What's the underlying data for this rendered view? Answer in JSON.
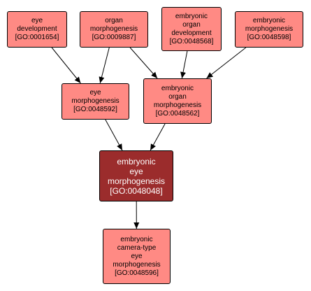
{
  "colors": {
    "node_fill": "#ff8a84",
    "focus_fill": "#9b2c2c",
    "focus_text": "#ffffff",
    "node_text": "#000000",
    "edge": "#000000"
  },
  "nodes": [
    {
      "key": "n0001654",
      "name": "eye-development-node",
      "lines": [
        "eye",
        "development",
        "[GO:0001654]"
      ],
      "focus": false
    },
    {
      "key": "n0009887",
      "name": "organ-morphogenesis-node",
      "lines": [
        "organ",
        "morphogenesis",
        "[GO:0009887]"
      ],
      "focus": false
    },
    {
      "key": "n0048568",
      "name": "embryonic-organ-development-node",
      "lines": [
        "embryonic",
        "organ",
        "development",
        "[GO:0048568]"
      ],
      "focus": false
    },
    {
      "key": "n0048598",
      "name": "embryonic-morphogenesis-node",
      "lines": [
        "embryonic",
        "morphogenesis",
        "[GO:0048598]"
      ],
      "focus": false
    },
    {
      "key": "n0048592",
      "name": "eye-morphogenesis-node",
      "lines": [
        "eye",
        "morphogenesis",
        "[GO:0048592]"
      ],
      "focus": false
    },
    {
      "key": "n0048562",
      "name": "embryonic-organ-morphogenesis-node",
      "lines": [
        "embryonic",
        "organ",
        "morphogenesis",
        "[GO:0048562]"
      ],
      "focus": false
    },
    {
      "key": "n0048048",
      "name": "embryonic-eye-morphogenesis-node",
      "lines": [
        "embryonic",
        "eye",
        "morphogenesis",
        "[GO:0048048]"
      ],
      "focus": true
    },
    {
      "key": "n0048596",
      "name": "embryonic-camera-type-eye-morphogenesis-node",
      "lines": [
        "embryonic",
        "camera-type",
        "eye",
        "morphogenesis",
        "[GO:0048596]"
      ],
      "focus": false
    }
  ],
  "edges": [
    {
      "from": "n0001654",
      "to": "n0048592"
    },
    {
      "from": "n0009887",
      "to": "n0048592"
    },
    {
      "from": "n0009887",
      "to": "n0048562"
    },
    {
      "from": "n0048568",
      "to": "n0048562"
    },
    {
      "from": "n0048598",
      "to": "n0048562"
    },
    {
      "from": "n0048592",
      "to": "n0048048"
    },
    {
      "from": "n0048562",
      "to": "n0048048"
    },
    {
      "from": "n0048048",
      "to": "n0048596"
    }
  ]
}
